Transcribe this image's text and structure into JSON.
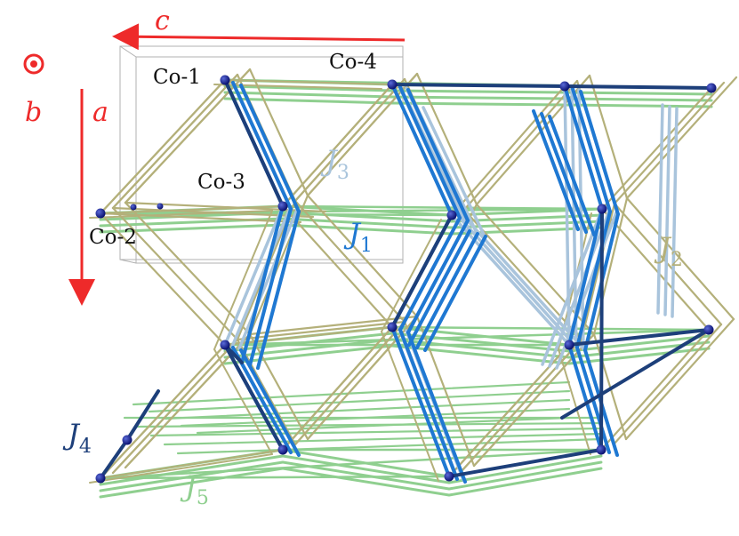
{
  "axes": {
    "c": "c",
    "a": "a",
    "b": "b"
  },
  "sites": [
    "Co-1",
    "Co-2",
    "Co-3",
    "Co-4"
  ],
  "couplings": {
    "J1": {
      "main": "J",
      "sub": "1"
    },
    "J2": {
      "main": "J",
      "sub": "2"
    },
    "J3": {
      "main": "J",
      "sub": "3"
    },
    "J4": {
      "main": "J",
      "sub": "4"
    },
    "J5": {
      "main": "J",
      "sub": "5"
    }
  },
  "colors": {
    "axis": "#ee2a2a",
    "J1": "#1f78d2",
    "J2": "#b4b07a",
    "J3": "#a9c4dc",
    "J4": "#1d3f7a",
    "J5": "#8fcf8f",
    "atom": "#101a80",
    "cell": "#b0b0b0",
    "site_text": "#111111"
  }
}
